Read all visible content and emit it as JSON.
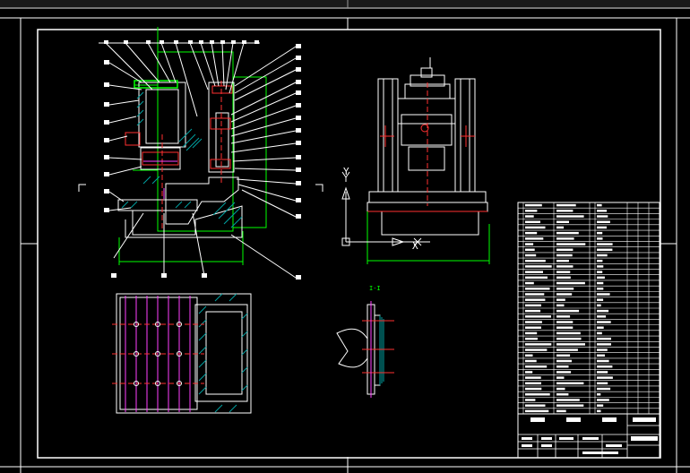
{
  "drawing": {
    "axis_y_label": "Y",
    "axis_x_label": "X",
    "section_label": "I-I"
  },
  "colors": {
    "background": "#000000",
    "frame": "#ffffff",
    "part_line": "#ffffff",
    "hatch": "#00a0a0",
    "center_line": "#ff3030",
    "dimension": "#00ff00",
    "bolt": "#ff40ff",
    "leader": "#ffffff"
  }
}
